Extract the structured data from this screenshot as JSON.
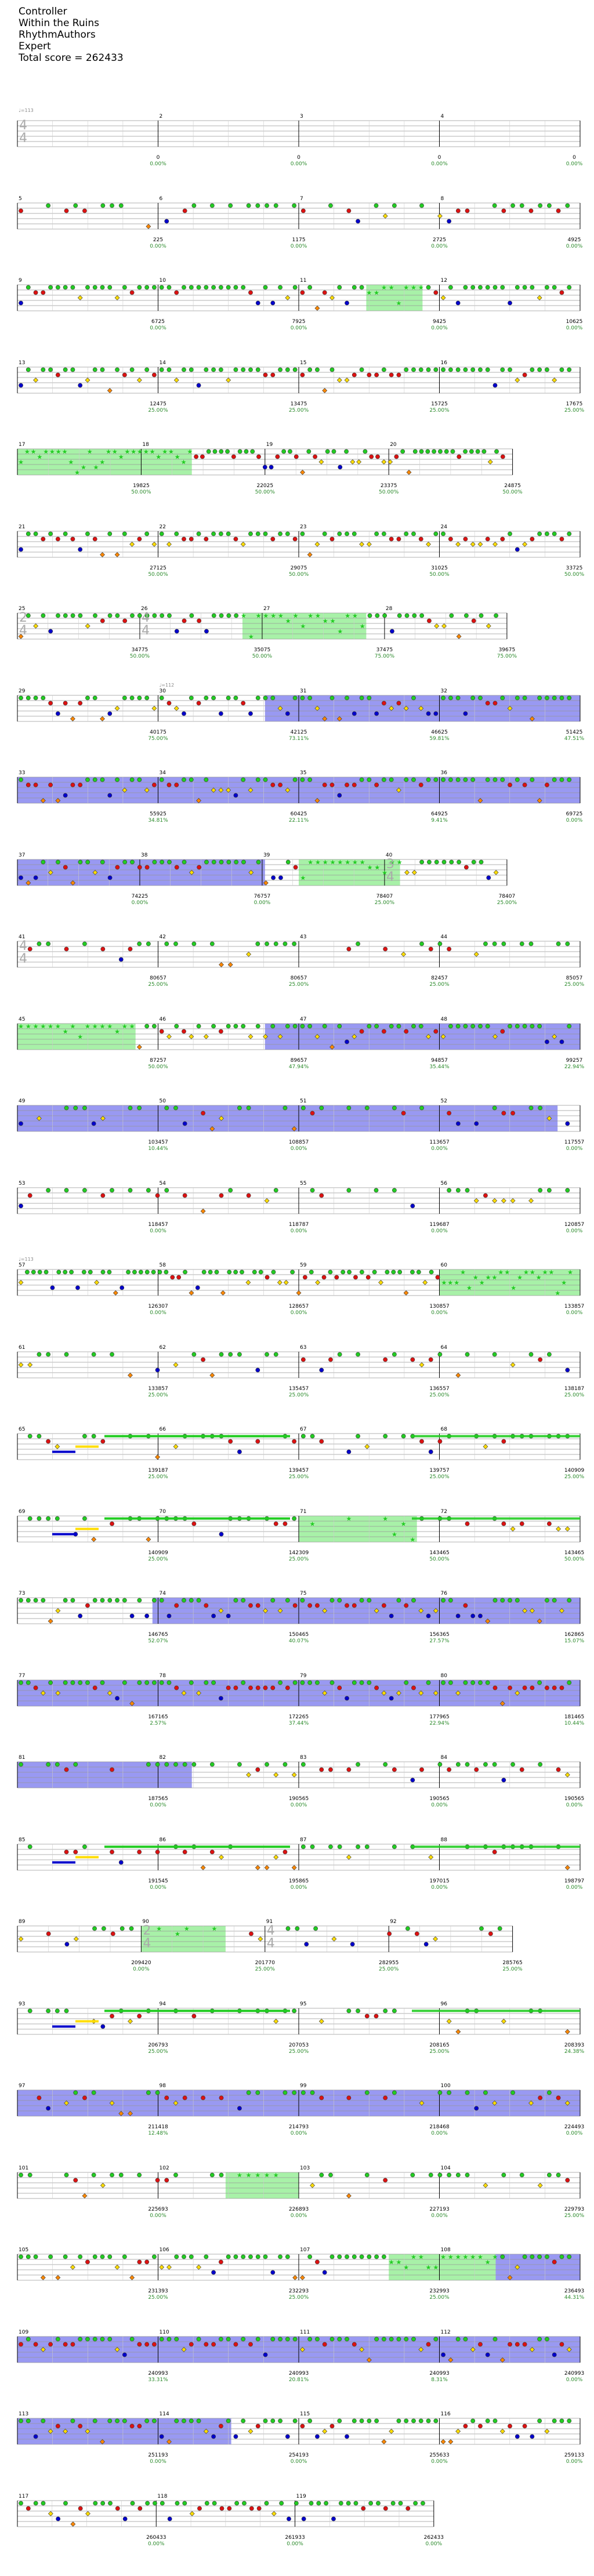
{
  "header": {
    "song": "Controller",
    "album": "Within the Ruins",
    "author": "RhythmAuthors",
    "difficulty": "Expert",
    "total_score": "Total score = 262433"
  },
  "colors": {
    "green": "#22cc22",
    "red": "#dd1111",
    "yellow": "#ffdd00",
    "blue": "#0000cc",
    "orange": "#ff8800",
    "sp_blue": "#7777ee",
    "sp_green": "#99ee99",
    "staff": "#999999"
  },
  "rows": [
    {
      "measures": [
        {
          "n": "",
          "ts": "4/4",
          "bpm": "♩=113"
        },
        {
          "n": "2"
        },
        {
          "n": "3"
        },
        {
          "n": "4"
        }
      ],
      "scores": [
        {
          "score": "0",
          "pct": "0.00%"
        },
        {
          "score": "0",
          "pct": "0.00%"
        },
        {
          "score": "0",
          "pct": "0.00%"
        },
        {
          "score": "0",
          "pct": "0.00%"
        }
      ],
      "density": 0,
      "sp": [],
      "star": []
    },
    {
      "measures": [
        {
          "n": "5"
        },
        {
          "n": "6"
        },
        {
          "n": "7"
        },
        {
          "n": "8"
        }
      ],
      "scores": [
        {
          "score": "225",
          "pct": "0.00%"
        },
        {
          "score": "1175",
          "pct": "0.00%"
        },
        {
          "score": "2725",
          "pct": "0.00%"
        },
        {
          "score": "4925",
          "pct": "0.00%"
        }
      ],
      "density": 1,
      "sp": [],
      "star": []
    },
    {
      "measures": [
        {
          "n": "9"
        },
        {
          "n": "10"
        },
        {
          "n": "11"
        },
        {
          "n": "12"
        }
      ],
      "scores": [
        {
          "score": "6725",
          "pct": "0.00%"
        },
        {
          "score": "7925",
          "pct": "0.00%"
        },
        {
          "score": "9425",
          "pct": "0.00%"
        },
        {
          "score": "10625",
          "pct": "0.00%"
        }
      ],
      "density": 2,
      "sp": [],
      "star": [
        [
          0.62,
          0.72
        ]
      ]
    },
    {
      "measures": [
        {
          "n": "13"
        },
        {
          "n": "14"
        },
        {
          "n": "15"
        },
        {
          "n": "16"
        }
      ],
      "scores": [
        {
          "score": "12475",
          "pct": "25.00%"
        },
        {
          "score": "13475",
          "pct": "25.00%"
        },
        {
          "score": "15725",
          "pct": "25.00%"
        },
        {
          "score": "17675",
          "pct": "25.00%"
        }
      ],
      "density": 2,
      "sp": [],
      "star": []
    },
    {
      "measures": [
        {
          "n": "17"
        },
        {
          "n": "18"
        },
        {
          "n": "19"
        },
        {
          "n": "20"
        }
      ],
      "scores": [
        {
          "score": "19825",
          "pct": "50.00%"
        },
        {
          "score": "22025",
          "pct": "50.00%"
        },
        {
          "score": "23375",
          "pct": "50.00%"
        },
        {
          "score": "24875",
          "pct": "50.00%"
        }
      ],
      "density": 3,
      "sp": [],
      "star": [
        [
          0.0,
          0.31
        ]
      ],
      "short": 0.88
    },
    {
      "measures": [
        {
          "n": "21"
        },
        {
          "n": "22"
        },
        {
          "n": "23"
        },
        {
          "n": "24"
        }
      ],
      "scores": [
        {
          "score": "27125",
          "pct": "50.00%"
        },
        {
          "score": "29075",
          "pct": "50.00%"
        },
        {
          "score": "31025",
          "pct": "50.00%"
        },
        {
          "score": "33725",
          "pct": "50.00%"
        }
      ],
      "density": 2,
      "sp": [],
      "star": []
    },
    {
      "measures": [
        {
          "n": "25",
          "ts": "2/4"
        },
        {
          "n": "26",
          "ts": "4/4"
        },
        {
          "n": "27"
        },
        {
          "n": "28"
        }
      ],
      "scores": [
        {
          "score": "34775",
          "pct": "50.00%"
        },
        {
          "score": "35075",
          "pct": "50.00%"
        },
        {
          "score": "37475",
          "pct": "75.00%"
        },
        {
          "score": "39675",
          "pct": "75.00%"
        }
      ],
      "density": 2,
      "sp": [],
      "star": [
        [
          0.4,
          0.62
        ]
      ],
      "short": 0.87
    },
    {
      "measures": [
        {
          "n": "29"
        },
        {
          "n": "30",
          "bpm": "♩=112"
        },
        {
          "n": "31"
        },
        {
          "n": "32"
        }
      ],
      "scores": [
        {
          "score": "40175",
          "pct": "75.00%"
        },
        {
          "score": "42125",
          "pct": "73.11%"
        },
        {
          "score": "46625",
          "pct": "59.81%"
        },
        {
          "score": "51425",
          "pct": "47.51%"
        }
      ],
      "density": 2,
      "sp": [
        [
          0.44,
          1.0
        ]
      ],
      "star": []
    },
    {
      "measures": [
        {
          "n": "33"
        },
        {
          "n": "34"
        },
        {
          "n": "35"
        },
        {
          "n": "36"
        }
      ],
      "scores": [
        {
          "score": "55925",
          "pct": "34.81%"
        },
        {
          "score": "60425",
          "pct": "22.11%"
        },
        {
          "score": "64925",
          "pct": "9.41%"
        },
        {
          "score": "69725",
          "pct": "0.00%"
        }
      ],
      "density": 2,
      "sp": [
        [
          0.0,
          1.0
        ]
      ],
      "star": []
    },
    {
      "measures": [
        {
          "n": "37"
        },
        {
          "n": "38"
        },
        {
          "n": "39"
        },
        {
          "n": "40",
          "ts": "3/4"
        }
      ],
      "scores": [
        {
          "score": "74225",
          "pct": "0.00%"
        },
        {
          "score": "76757",
          "pct": "0.00%"
        },
        {
          "score": "78407",
          "pct": "25.00%"
        },
        {
          "score": "78407",
          "pct": "25.00%"
        }
      ],
      "density": 2,
      "sp": [
        [
          0.0,
          0.44
        ]
      ],
      "star": [
        [
          0.5,
          0.68
        ]
      ],
      "short": 0.87
    },
    {
      "measures": [
        {
          "n": "41",
          "ts": "4/4"
        },
        {
          "n": "42"
        },
        {
          "n": "43"
        },
        {
          "n": "44"
        }
      ],
      "scores": [
        {
          "score": "80657",
          "pct": "25.00%"
        },
        {
          "score": "80657",
          "pct": "25.00%"
        },
        {
          "score": "82457",
          "pct": "25.00%"
        },
        {
          "score": "85057",
          "pct": "25.00%"
        }
      ],
      "density": 1,
      "sp": [],
      "star": []
    },
    {
      "measures": [
        {
          "n": "45"
        },
        {
          "n": "46"
        },
        {
          "n": "47"
        },
        {
          "n": "48"
        }
      ],
      "scores": [
        {
          "score": "87257",
          "pct": "50.00%"
        },
        {
          "score": "89657",
          "pct": "47.94%"
        },
        {
          "score": "94857",
          "pct": "35.44%"
        },
        {
          "score": "99257",
          "pct": "22.94%"
        }
      ],
      "density": 2,
      "sp": [
        [
          0.44,
          1.0
        ]
      ],
      "star": [
        [
          0.0,
          0.21
        ]
      ]
    },
    {
      "measures": [
        {
          "n": "49"
        },
        {
          "n": "50"
        },
        {
          "n": "51"
        },
        {
          "n": "52"
        }
      ],
      "scores": [
        {
          "score": "103457",
          "pct": "10.44%"
        },
        {
          "score": "108857",
          "pct": "0.00%"
        },
        {
          "score": "113657",
          "pct": "0.00%"
        },
        {
          "score": "117557",
          "pct": "0.00%"
        }
      ],
      "density": 1,
      "sp": [
        [
          0.0,
          0.96
        ]
      ],
      "star": []
    },
    {
      "measures": [
        {
          "n": "53"
        },
        {
          "n": "54"
        },
        {
          "n": "55"
        },
        {
          "n": "56"
        }
      ],
      "scores": [
        {
          "score": "118457",
          "pct": "0.00%"
        },
        {
          "score": "118787",
          "pct": "0.00%"
        },
        {
          "score": "119687",
          "pct": "0.00%"
        },
        {
          "score": "120857",
          "pct": "0.00%"
        }
      ],
      "density": 1,
      "sp": [],
      "star": []
    },
    {
      "measures": [
        {
          "n": "57",
          "bpm": "♩=113"
        },
        {
          "n": "58"
        },
        {
          "n": "59"
        },
        {
          "n": "60"
        }
      ],
      "scores": [
        {
          "score": "126307",
          "pct": "0.00%"
        },
        {
          "score": "128657",
          "pct": "0.00%"
        },
        {
          "score": "130857",
          "pct": "0.00%"
        },
        {
          "score": "133857",
          "pct": "0.00%"
        }
      ],
      "density": 3,
      "sp": [],
      "star": [
        [
          0.75,
          1.0
        ]
      ]
    },
    {
      "measures": [
        {
          "n": "61"
        },
        {
          "n": "62"
        },
        {
          "n": "63"
        },
        {
          "n": "64"
        }
      ],
      "scores": [
        {
          "score": "133857",
          "pct": "25.00%"
        },
        {
          "score": "135457",
          "pct": "25.00%"
        },
        {
          "score": "136557",
          "pct": "25.00%"
        },
        {
          "score": "138187",
          "pct": "25.00%"
        }
      ],
      "density": 1,
      "sp": [],
      "star": []
    },
    {
      "measures": [
        {
          "n": "65"
        },
        {
          "n": "66"
        },
        {
          "n": "67"
        },
        {
          "n": "68"
        }
      ],
      "scores": [
        {
          "score": "139187",
          "pct": "25.00%"
        },
        {
          "score": "139457",
          "pct": "25.00%"
        },
        {
          "score": "139757",
          "pct": "25.00%"
        },
        {
          "score": "140909",
          "pct": "25.00%"
        }
      ],
      "density": 1,
      "sp": [],
      "star": [],
      "sustain": true
    },
    {
      "measures": [
        {
          "n": "69"
        },
        {
          "n": "70"
        },
        {
          "n": "71"
        },
        {
          "n": "72"
        }
      ],
      "scores": [
        {
          "score": "140909",
          "pct": "25.00%"
        },
        {
          "score": "142309",
          "pct": "25.00%"
        },
        {
          "score": "143465",
          "pct": "50.00%"
        },
        {
          "score": "143465",
          "pct": "50.00%"
        }
      ],
      "density": 1,
      "sp": [],
      "star": [
        [
          0.5,
          0.71
        ]
      ],
      "sustain": true
    },
    {
      "measures": [
        {
          "n": "73"
        },
        {
          "n": "74"
        },
        {
          "n": "75"
        },
        {
          "n": "76"
        }
      ],
      "scores": [
        {
          "score": "146765",
          "pct": "52.07%"
        },
        {
          "score": "150465",
          "pct": "40.07%"
        },
        {
          "score": "156365",
          "pct": "27.57%"
        },
        {
          "score": "162865",
          "pct": "15.07%"
        }
      ],
      "density": 2,
      "sp": [
        [
          0.24,
          1.0
        ]
      ],
      "star": []
    },
    {
      "measures": [
        {
          "n": "77"
        },
        {
          "n": "78"
        },
        {
          "n": "79"
        },
        {
          "n": "80"
        }
      ],
      "scores": [
        {
          "score": "167165",
          "pct": "2.57%"
        },
        {
          "score": "172265",
          "pct": "37.44%"
        },
        {
          "score": "177965",
          "pct": "22.94%"
        },
        {
          "score": "181465",
          "pct": "10.44%"
        }
      ],
      "density": 2,
      "sp": [
        [
          0.0,
          1.0
        ]
      ],
      "star": []
    },
    {
      "measures": [
        {
          "n": "81"
        },
        {
          "n": "82"
        },
        {
          "n": "83"
        },
        {
          "n": "84"
        }
      ],
      "scores": [
        {
          "score": "187565",
          "pct": "0.00%"
        },
        {
          "score": "190565",
          "pct": "0.00%"
        },
        {
          "score": "190565",
          "pct": "0.00%"
        },
        {
          "score": "190565",
          "pct": "0.00%"
        }
      ],
      "density": 1,
      "sp": [
        [
          0.0,
          0.31
        ]
      ],
      "star": []
    },
    {
      "measures": [
        {
          "n": "85"
        },
        {
          "n": "86"
        },
        {
          "n": "87"
        },
        {
          "n": "88"
        }
      ],
      "scores": [
        {
          "score": "191545",
          "pct": "0.00%"
        },
        {
          "score": "195865",
          "pct": "0.00%"
        },
        {
          "score": "197015",
          "pct": "0.00%"
        },
        {
          "score": "198797",
          "pct": "0.00%"
        }
      ],
      "density": 1,
      "sp": [],
      "star": [],
      "sustain": true
    },
    {
      "measures": [
        {
          "n": "89"
        },
        {
          "n": "90",
          "ts": "2/4"
        },
        {
          "n": "91",
          "ts": "4/4"
        },
        {
          "n": "92"
        }
      ],
      "scores": [
        {
          "score": "209420",
          "pct": "0.00%"
        },
        {
          "score": "201770",
          "pct": "25.00%"
        },
        {
          "score": "282955",
          "pct": "25.00%"
        },
        {
          "score": "285765",
          "pct": "25.00%"
        }
      ],
      "density": 1,
      "sp": [],
      "star": [
        [
          0.22,
          0.37
        ]
      ],
      "short": 0.88
    },
    {
      "measures": [
        {
          "n": "93"
        },
        {
          "n": "94"
        },
        {
          "n": "95"
        },
        {
          "n": "96"
        }
      ],
      "scores": [
        {
          "score": "206793",
          "pct": "25.00%"
        },
        {
          "score": "207053",
          "pct": "25.00%"
        },
        {
          "score": "208165",
          "pct": "25.00%"
        },
        {
          "score": "208393",
          "pct": "24.38%"
        }
      ],
      "density": 1,
      "sp": [],
      "star": [],
      "sustain": true
    },
    {
      "measures": [
        {
          "n": "97"
        },
        {
          "n": "98"
        },
        {
          "n": "99"
        },
        {
          "n": "100"
        }
      ],
      "scores": [
        {
          "score": "211418",
          "pct": "12.48%"
        },
        {
          "score": "214793",
          "pct": "0.00%"
        },
        {
          "score": "218468",
          "pct": "0.00%"
        },
        {
          "score": "224493",
          "pct": "0.00%"
        }
      ],
      "density": 1,
      "sp": [
        [
          0.0,
          1.0
        ]
      ],
      "star": []
    },
    {
      "measures": [
        {
          "n": "101"
        },
        {
          "n": "102"
        },
        {
          "n": "103"
        },
        {
          "n": "104"
        }
      ],
      "scores": [
        {
          "score": "225693",
          "pct": "0.00%"
        },
        {
          "score": "226893",
          "pct": "0.00%"
        },
        {
          "score": "227193",
          "pct": "0.00%"
        },
        {
          "score": "229793",
          "pct": "25.00%"
        }
      ],
      "density": 1,
      "sp": [],
      "star": [
        [
          0.37,
          0.5
        ]
      ]
    },
    {
      "measures": [
        {
          "n": "105"
        },
        {
          "n": "106"
        },
        {
          "n": "107"
        },
        {
          "n": "108"
        }
      ],
      "scores": [
        {
          "score": "231393",
          "pct": "25.00%"
        },
        {
          "score": "232293",
          "pct": "25.00%"
        },
        {
          "score": "232993",
          "pct": "25.00%"
        },
        {
          "score": "236493",
          "pct": "44.31%"
        }
      ],
      "density": 2,
      "sp": [
        [
          0.85,
          1.0
        ]
      ],
      "star": [
        [
          0.66,
          0.85
        ]
      ]
    },
    {
      "measures": [
        {
          "n": "109"
        },
        {
          "n": "110"
        },
        {
          "n": "111"
        },
        {
          "n": "112"
        }
      ],
      "scores": [
        {
          "score": "240993",
          "pct": "33.31%"
        },
        {
          "score": "240993",
          "pct": "20.81%"
        },
        {
          "score": "240993",
          "pct": "8.31%"
        },
        {
          "score": "240993",
          "pct": "0.00%"
        }
      ],
      "density": 2,
      "sp": [
        [
          0.0,
          1.0
        ]
      ],
      "star": []
    },
    {
      "measures": [
        {
          "n": "113"
        },
        {
          "n": "114"
        },
        {
          "n": "115"
        },
        {
          "n": "116"
        }
      ],
      "scores": [
        {
          "score": "251193",
          "pct": "0.00%"
        },
        {
          "score": "254193",
          "pct": "0.00%"
        },
        {
          "score": "255633",
          "pct": "0.00%"
        },
        {
          "score": "259133",
          "pct": "0.00%"
        }
      ],
      "density": 2,
      "sp": [
        [
          0.0,
          0.38
        ]
      ],
      "star": []
    },
    {
      "measures": [
        {
          "n": "117"
        },
        {
          "n": "118"
        },
        {
          "n": "119"
        }
      ],
      "scores": [
        {
          "score": "260433",
          "pct": "0.00%"
        },
        {
          "score": "261933",
          "pct": "0.00%"
        },
        {
          "score": "262433",
          "pct": "0.00%"
        }
      ],
      "density": 2,
      "sp": [],
      "star": [],
      "short": 0.74
    }
  ]
}
